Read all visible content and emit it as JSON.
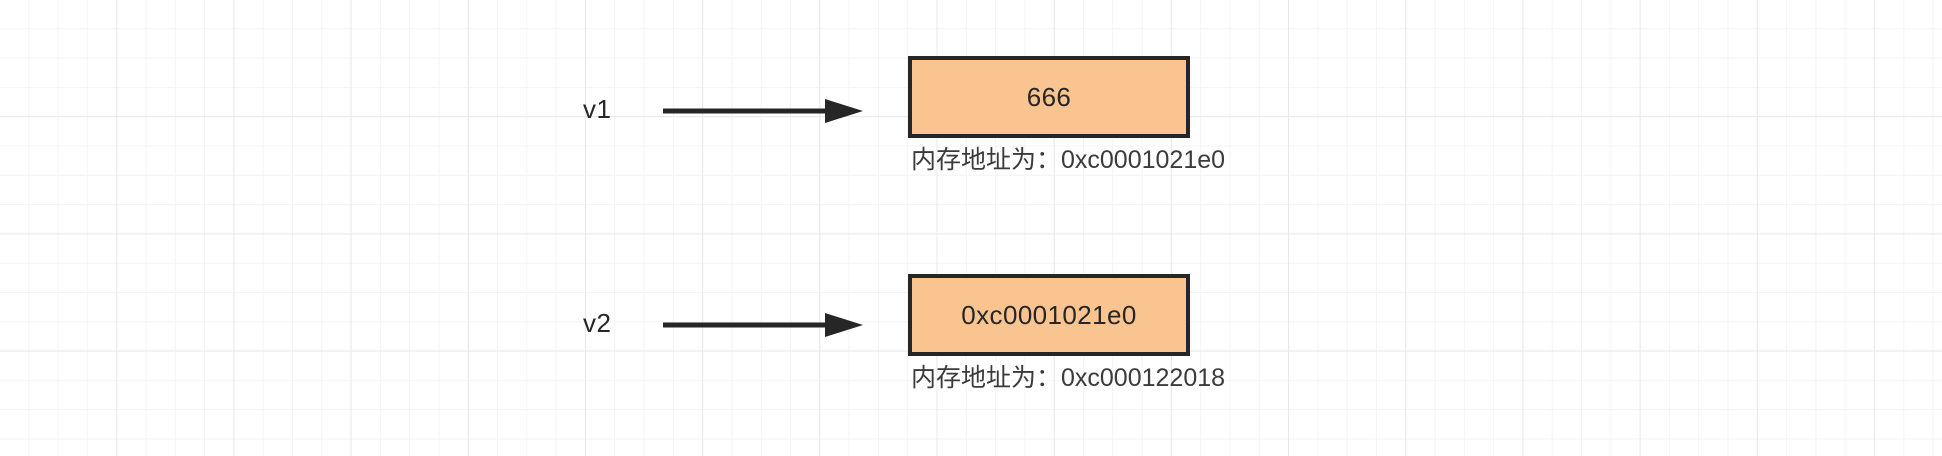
{
  "diagram": {
    "type": "pointer-memory-diagram",
    "background": {
      "grid": true,
      "minor_grid_color": "#f4f4f4",
      "major_grid_color": "#e8e8e8",
      "canvas_color": "#ffffff"
    },
    "box_fill_color": "#fac490",
    "box_border_color": "#262626",
    "arrow_color": "#262626",
    "rows": [
      {
        "variable_label": "v1",
        "arrow": "arrow-right",
        "box_value": "666",
        "caption": "内存地址为：0xc0001021e0",
        "caption_prefix": "内存地址为：",
        "caption_address": "0xc0001021e0"
      },
      {
        "variable_label": "v2",
        "arrow": "arrow-right",
        "box_value": "0xc0001021e0",
        "caption": "内存地址为：0xc000122018",
        "caption_prefix": "内存地址为：",
        "caption_address": "0xc000122018"
      }
    ]
  }
}
